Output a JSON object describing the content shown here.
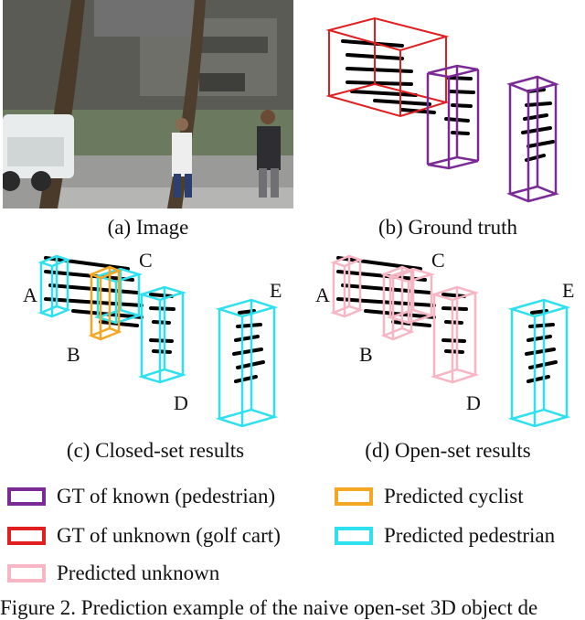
{
  "panels": {
    "a": {
      "caption": "(a) Image"
    },
    "b": {
      "caption": "(b) Ground truth"
    },
    "c": {
      "caption": "(c) Closed-set results"
    },
    "d": {
      "caption": "(d) Open-set results"
    }
  },
  "object_labels": [
    "A",
    "B",
    "C",
    "D",
    "E"
  ],
  "legend": [
    {
      "label": "GT of known (pedestrian)",
      "color": "#7b2a96"
    },
    {
      "label": "Predicted cyclist",
      "color": "#f5a623"
    },
    {
      "label": "GT of unknown (golf cart)",
      "color": "#e02020"
    },
    {
      "label": "Predicted pedestrian",
      "color": "#2fe0ee"
    },
    {
      "label": "Predicted unknown",
      "color": "#f6b6c4"
    }
  ],
  "figure_caption": "Figure 2. Prediction example of the naive open-set 3D object de"
}
